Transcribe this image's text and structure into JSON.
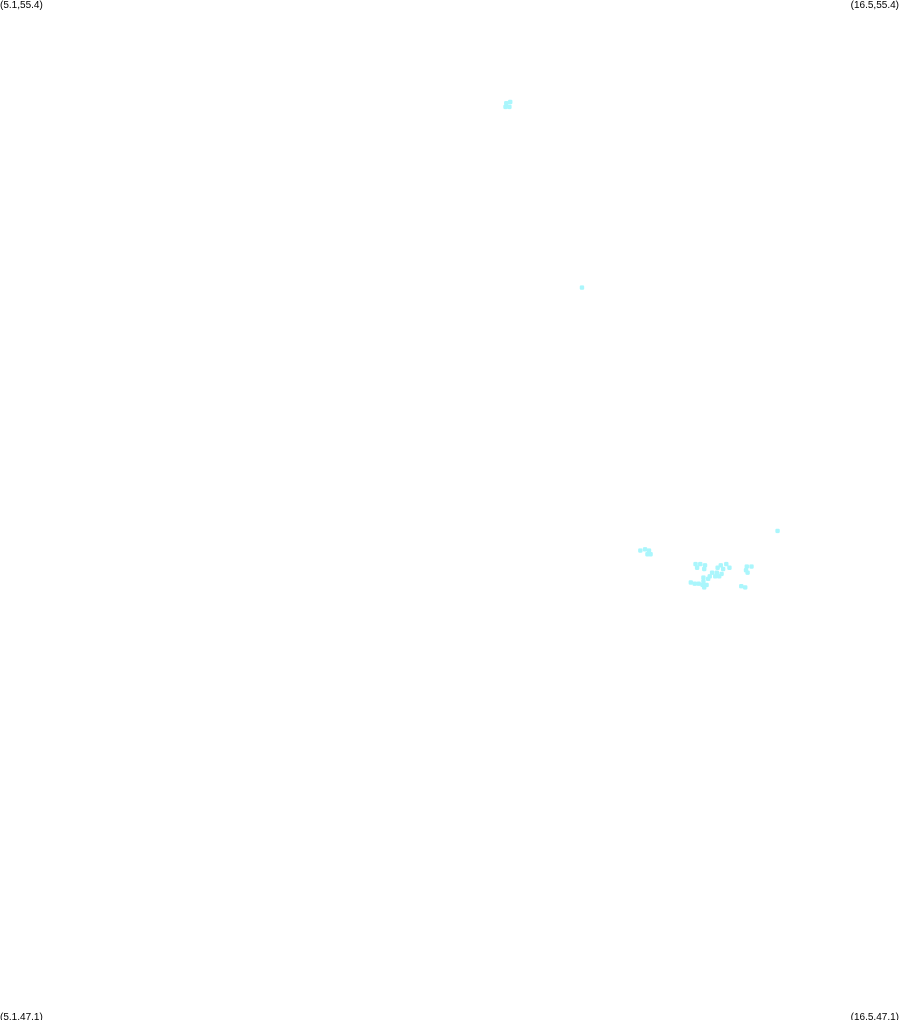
{
  "map": {
    "background_color": "#ffffff",
    "point_color": "#aaf6fc",
    "corners": {
      "top_left": "(5.1,55.4)",
      "top_right": "(16.5,55.4)",
      "bottom_left": "(5.1,47.1)",
      "bottom_right": "(16.5,47.1)"
    }
  },
  "chart_data": {
    "type": "scatter",
    "title": "",
    "xlabel": "",
    "ylabel": "",
    "xlim": [
      5.1,
      16.5
    ],
    "ylim": [
      47.1,
      55.4
    ],
    "grid": false,
    "series": [
      {
        "color": "#aaf6fc",
        "points": [
          [
            11.52,
            54.56
          ],
          [
            11.57,
            54.57
          ],
          [
            11.56,
            54.53
          ],
          [
            11.51,
            54.53
          ],
          [
            12.48,
            53.06
          ],
          [
            14.96,
            51.08
          ],
          [
            13.22,
            50.92
          ],
          [
            13.28,
            50.93
          ],
          [
            13.33,
            50.92
          ],
          [
            13.31,
            50.89
          ],
          [
            13.35,
            50.89
          ],
          [
            13.92,
            50.81
          ],
          [
            13.98,
            50.81
          ],
          [
            14.04,
            50.8
          ],
          [
            13.94,
            50.78
          ],
          [
            14.03,
            50.77
          ],
          [
            14.24,
            50.8
          ],
          [
            14.31,
            50.81
          ],
          [
            14.2,
            50.78
          ],
          [
            14.27,
            50.77
          ],
          [
            14.35,
            50.78
          ],
          [
            14.57,
            50.79
          ],
          [
            14.63,
            50.79
          ],
          [
            14.56,
            50.76
          ],
          [
            14.58,
            50.74
          ],
          [
            14.13,
            50.74
          ],
          [
            14.19,
            50.74
          ],
          [
            14.25,
            50.73
          ],
          [
            14.1,
            50.71
          ],
          [
            14.17,
            50.71
          ],
          [
            14.22,
            50.71
          ],
          [
            14.02,
            50.7
          ],
          [
            14.08,
            50.69
          ],
          [
            14.02,
            50.67
          ],
          [
            13.86,
            50.66
          ],
          [
            13.91,
            50.65
          ],
          [
            13.96,
            50.65
          ],
          [
            14.01,
            50.64
          ],
          [
            14.06,
            50.64
          ],
          [
            14.03,
            50.62
          ],
          [
            14.5,
            50.63
          ],
          [
            14.55,
            50.62
          ]
        ]
      }
    ]
  }
}
